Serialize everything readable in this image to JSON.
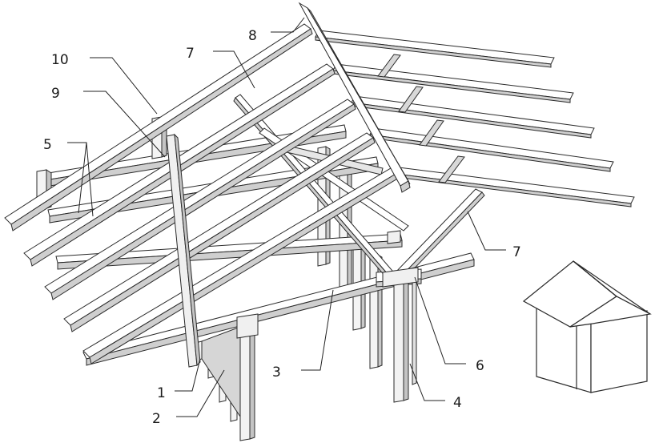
{
  "colors": {
    "line": "#2a2a2a",
    "timber_top": "#ffffff",
    "timber_side": "#cfcfcf",
    "timber_dark": "#9a9a9a",
    "background": "#ffffff"
  },
  "callouts": [
    {
      "id": "c8",
      "text": "8"
    },
    {
      "id": "c10",
      "text": "10"
    },
    {
      "id": "c7a",
      "text": "7"
    },
    {
      "id": "c9",
      "text": "9"
    },
    {
      "id": "c5",
      "text": "5"
    },
    {
      "id": "c7b",
      "text": "7"
    },
    {
      "id": "c3",
      "text": "3"
    },
    {
      "id": "c6",
      "text": "6"
    },
    {
      "id": "c1",
      "text": "1"
    },
    {
      "id": "c2",
      "text": "2"
    },
    {
      "id": "c4",
      "text": "4"
    }
  ],
  "inset": {
    "icon": "house-icon"
  }
}
